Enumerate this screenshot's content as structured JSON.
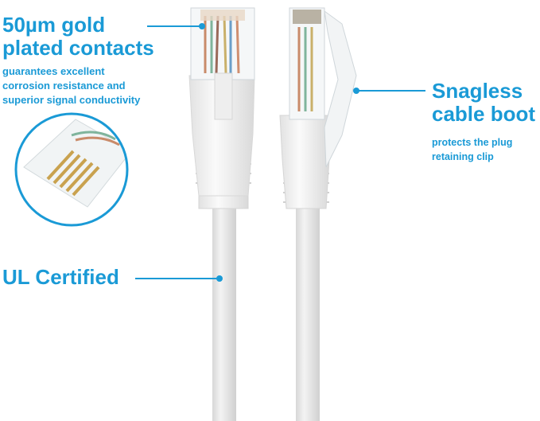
{
  "callouts": {
    "contacts": {
      "heading": "50µm gold\nplated contacts",
      "description": "guarantees excellent\ncorrosion resistance and\nsuperior signal conductivity"
    },
    "boot": {
      "heading": "Snagless\ncable boot",
      "description": "protects the plug\nretaining clip"
    },
    "ul": {
      "heading": "UL Certified"
    }
  },
  "colors": {
    "accent": "#1a9ad6",
    "cable": "#e9e9e9",
    "connector": "#f4f6f7"
  },
  "icons": [
    "rj45-connector-front",
    "rj45-connector-side",
    "connector-closeup-circle"
  ]
}
